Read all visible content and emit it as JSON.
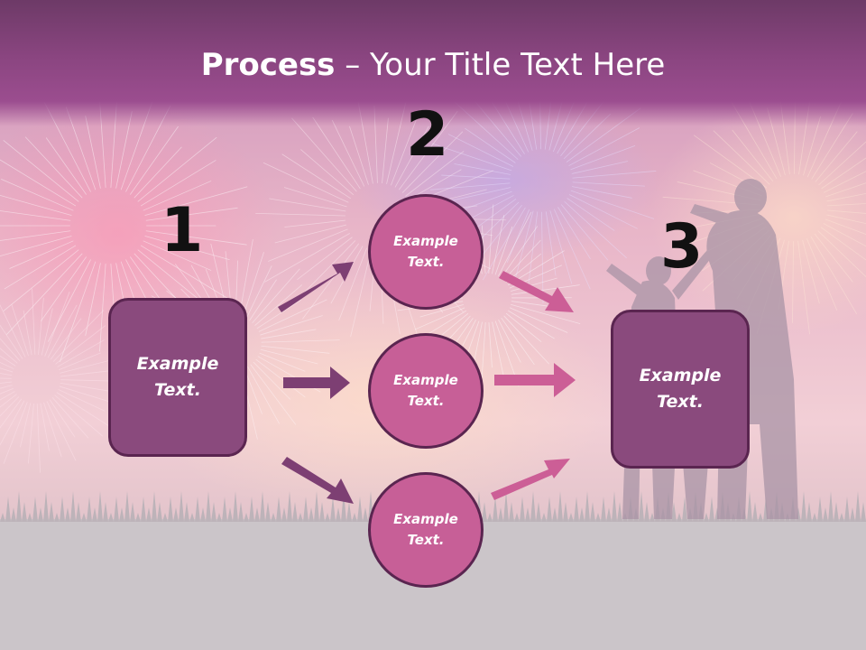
{
  "slide": {
    "title_bold": "Process",
    "title_rest": " – Your Title Text Here",
    "numbers": [
      "1",
      "2",
      "3"
    ],
    "left_box": "Example Text.",
    "right_box": "Example Text.",
    "circles": [
      "Example Text.",
      "Example Text.",
      "Example Text."
    ]
  },
  "colors": {
    "title_bar": "#8a4580",
    "box_fill": "#8a4a7d",
    "circle_fill": "#c75f97",
    "arrow_dark": "#7d3f73",
    "arrow_pink": "#cc5e96"
  }
}
